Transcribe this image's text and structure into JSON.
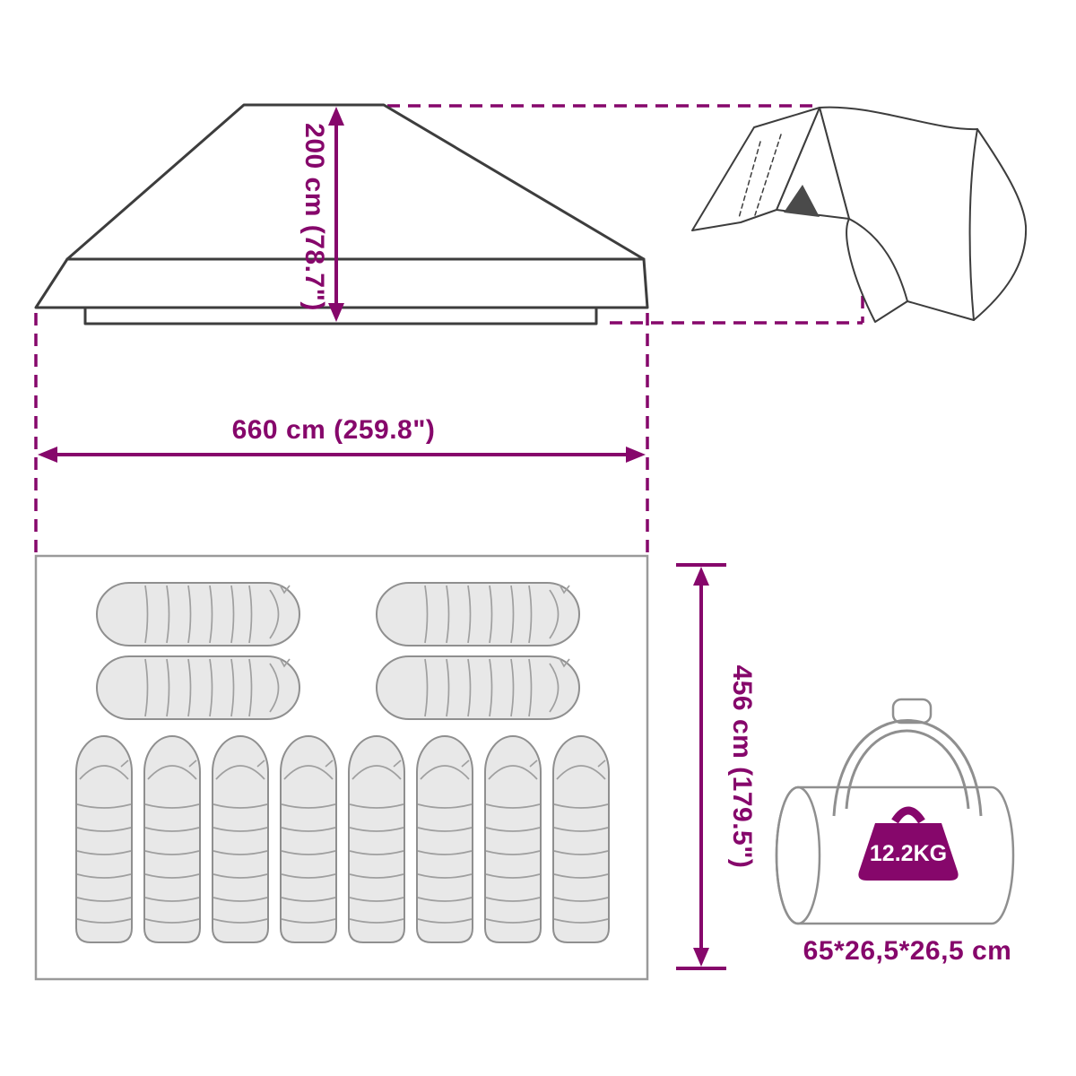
{
  "figure": {
    "type": "product-dimensions-diagram",
    "labels": {
      "tent_height": "200 cm (78.7\")",
      "tent_width": "660 cm (259.8\")",
      "tent_depth": "456 cm (179.5\")",
      "package_weight": "12.2KG",
      "package_size": "65*26,5*26,5 cm"
    },
    "colors": {
      "accent": "#86076B",
      "line_art": "#3D3D3D",
      "bag_fill": "#E8E8E8",
      "bag_stroke": "#8F8F8F",
      "floorplan_stroke": "#9A9A9A",
      "badge_text": "#FFFFFF",
      "background": "#FFFFFF"
    },
    "counts": {
      "sleeping_bags_horizontal": 4,
      "sleeping_bags_vertical": 8
    }
  }
}
